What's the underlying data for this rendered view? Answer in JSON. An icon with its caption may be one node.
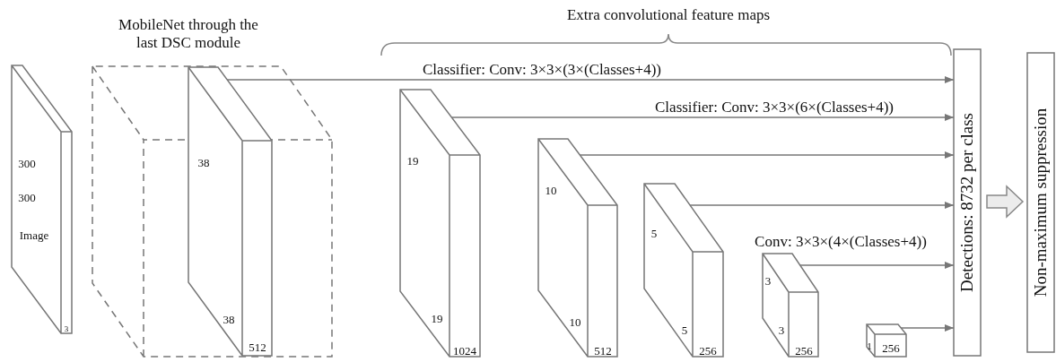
{
  "diagram": {
    "nodes": [
      {
        "text": [
          "300",
          "300",
          "Image",
          "3"
        ]
      },
      {
        "text": [
          "MobileNet through the last DSC module"
        ]
      },
      {
        "text": [
          "38",
          "38",
          "512"
        ],
        "in": 1
      },
      {
        "text": [
          "19",
          "19",
          "1024"
        ]
      },
      {
        "text": [
          "10",
          "10",
          "512"
        ]
      },
      {
        "text": [
          "5",
          "5",
          "256"
        ]
      },
      {
        "text": [
          "3",
          "3",
          "256"
        ]
      },
      {
        "text": [
          "1",
          "256"
        ]
      },
      {
        "text": [
          "Detections: 8732 per class"
        ]
      },
      {
        "text": [
          "Non-maximum suppression"
        ]
      }
    ],
    "edges": [
      {
        "from": 2,
        "to": 8,
        "arrow": "to",
        "label": "Classifier: Conv: 3×3×(3×(Classes+4))"
      },
      {
        "from": 3,
        "to": 8,
        "arrow": "to",
        "label": "Classifier: Conv: 3×3×(6×(Classes+4))"
      },
      {
        "from": 4,
        "to": 8,
        "arrow": "to"
      },
      {
        "from": 5,
        "to": 8,
        "arrow": "to"
      },
      {
        "from": 6,
        "to": 8,
        "arrow": "to",
        "label": "Conv: 3×3×(4×(Classes+4))"
      },
      {
        "from": 7,
        "to": 8,
        "arrow": "to"
      },
      {
        "from": 8,
        "to": 9,
        "arrow": "to",
        "style": "thick"
      }
    ],
    "labels": [
      "Extra convolutional feature maps"
    ]
  }
}
